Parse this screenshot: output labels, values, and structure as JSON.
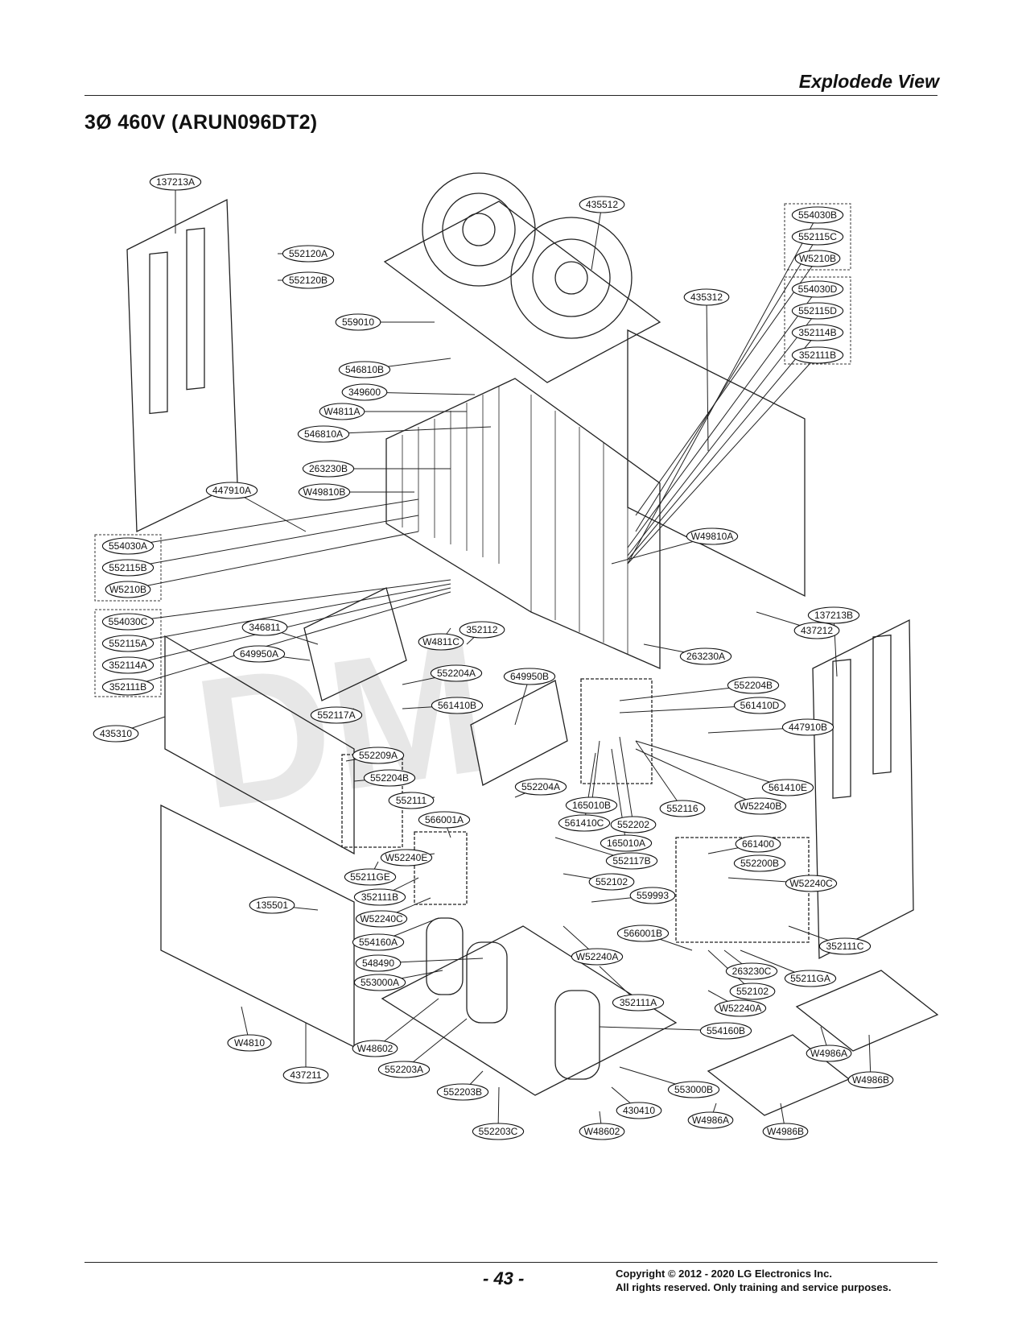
{
  "header": {
    "title": "Explodede View"
  },
  "model_heading": "3Ø 460V (ARUN096DT2)",
  "footer": {
    "page_number": "- 43 -",
    "copyright_line1": "Copyright © 2012 - 2020 LG Electronics Inc.",
    "copyright_line2": "All rights reserved. Only training and service purposes."
  },
  "watermark": "DM",
  "part_labels": [
    "137213A",
    "552120A",
    "552120B",
    "559010",
    "546810B",
    "349600",
    "W4811A",
    "546810A",
    "263230B",
    "W49810B",
    "447910A",
    "435512",
    "435312",
    "W49810A",
    "137213B",
    "437212",
    "263230A",
    "554030B",
    "552115C",
    "W5210B",
    "554030D",
    "552115D",
    "352114B",
    "352111B",
    "554030A",
    "552115B",
    "W5210B",
    "554030C",
    "552115A",
    "352114A",
    "352111B",
    "346811",
    "649950A",
    "W4811C",
    "352112",
    "552204A",
    "561410B",
    "649950B",
    "552117A",
    "435310",
    "552204B",
    "561410D",
    "447910B",
    "561410E",
    "W52240B",
    "552116",
    "165010B",
    "552202",
    "561410C",
    "165010A",
    "552204A",
    "552209A",
    "552204B",
    "552111",
    "566001A",
    "W52240E",
    "55211GE",
    "352111B",
    "W52240C",
    "135501",
    "552117B",
    "552102",
    "559993",
    "661400",
    "552200B",
    "W52240C",
    "352111C",
    "554160A",
    "548490",
    "553000A",
    "W52240A",
    "566001B",
    "263230C",
    "55211GA",
    "552102",
    "352111A",
    "W52240A",
    "W4810",
    "437211",
    "W48602",
    "552203A",
    "554160B",
    "W4986A",
    "W4986B",
    "552203B",
    "553000B",
    "430410",
    "552203C",
    "W48602",
    "W4986A",
    "W4986B"
  ]
}
